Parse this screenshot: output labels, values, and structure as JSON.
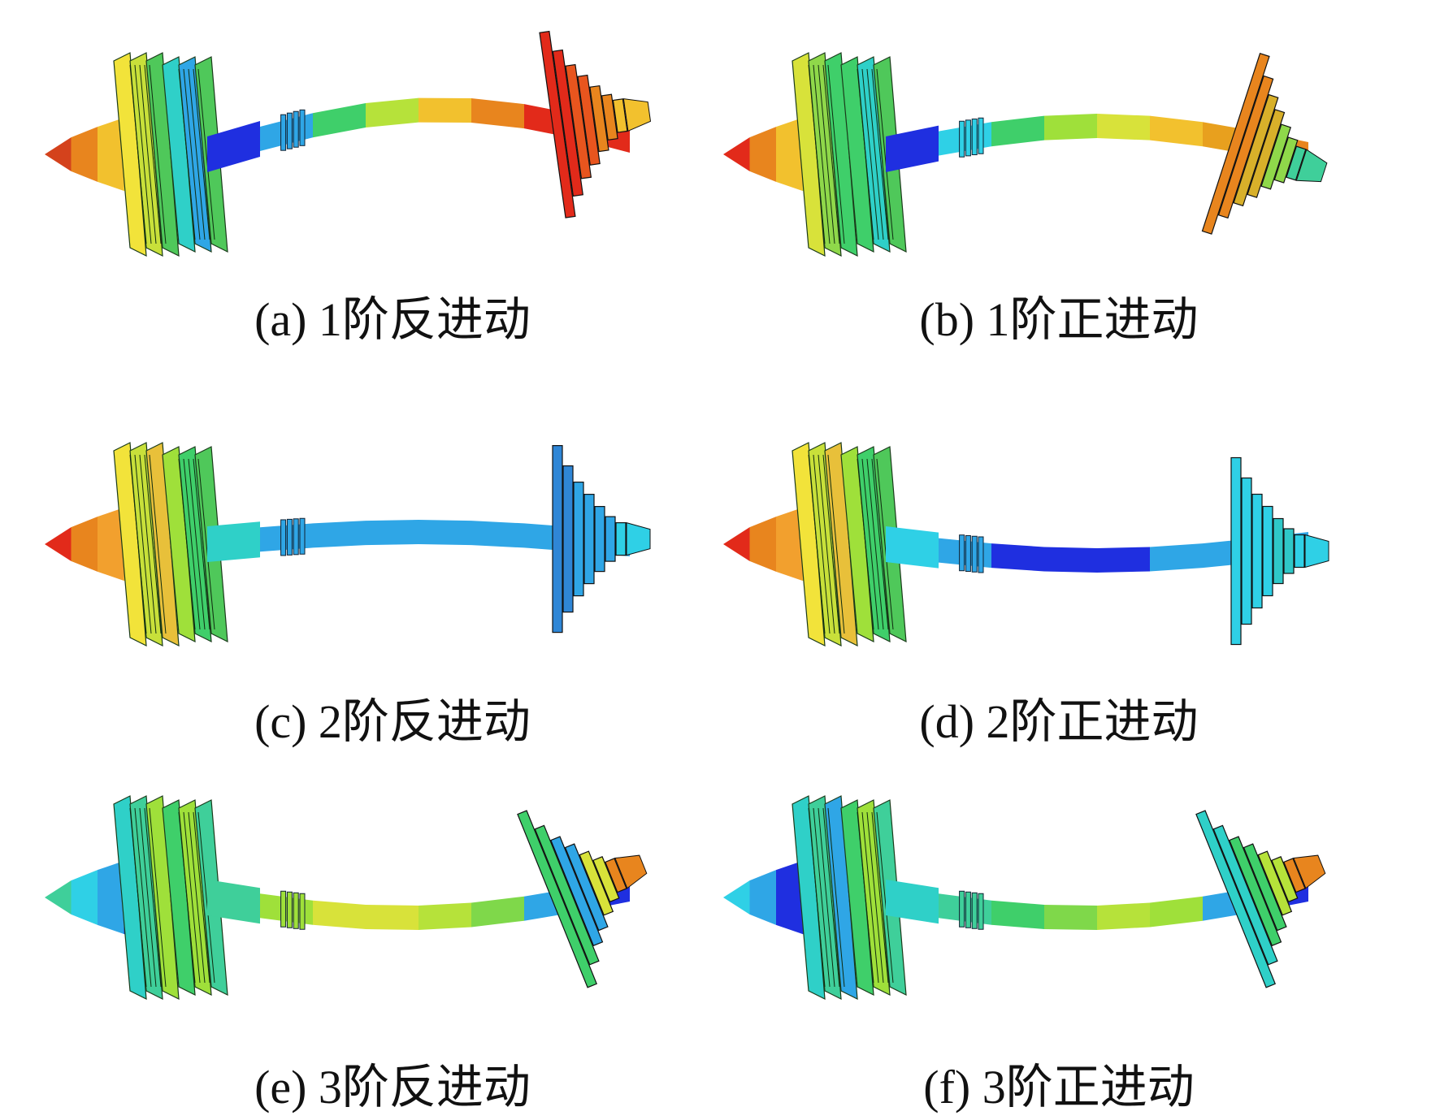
{
  "panels": [
    {
      "id": "a",
      "caption": "(a) 1阶反进动",
      "mode": 1,
      "direction": "backward",
      "shaft_colors": [
        "#1f2fe0",
        "#2fa6e6",
        "#3fcf6a",
        "#b6e23a",
        "#f2c12e",
        "#e8851e",
        "#e22a1a",
        "#e22a1a"
      ],
      "nose_colors": [
        "#d4421c",
        "#e8851e",
        "#f2c12e",
        "#f2e33a"
      ],
      "disk1_colors": [
        "#f2e33a",
        "#c8e03a",
        "#4fc85a"
      ],
      "disk2_colors": [
        "#2fd0c8",
        "#2fa6e6",
        "#4fc85a"
      ],
      "turbine_colors": [
        "#e22a1a",
        "#e8551e",
        "#e8851e",
        "#f2c12e"
      ]
    },
    {
      "id": "b",
      "caption": "(b) 1阶正进动",
      "mode": 1,
      "direction": "forward",
      "shaft_colors": [
        "#1f2fe0",
        "#2fd0e6",
        "#3fcf6a",
        "#9fe03a",
        "#d8e23a",
        "#f2c12e",
        "#e8a01e",
        "#e8851e"
      ],
      "nose_colors": [
        "#e22a1a",
        "#e8851e",
        "#f2c12e",
        "#d8e23a"
      ],
      "disk1_colors": [
        "#d8e23a",
        "#8fd84a",
        "#3fcf6a"
      ],
      "disk2_colors": [
        "#3fcf6a",
        "#2fd0c8",
        "#4fc85a"
      ],
      "turbine_colors": [
        "#e8851e",
        "#d8b02a",
        "#8fd84a",
        "#3fcf9a"
      ]
    },
    {
      "id": "c",
      "caption": "(c) 2阶反进动",
      "mode": 2,
      "direction": "backward",
      "shaft_colors": [
        "#2fd0c8",
        "#2fa6e6",
        "#2fa6e6",
        "#2fa6e6",
        "#2fa6e6",
        "#2fa6e6",
        "#2fa6e6",
        "#2fa6e6"
      ],
      "nose_colors": [
        "#e22a1a",
        "#e8851e",
        "#f2a02e",
        "#f2c12e"
      ],
      "disk1_colors": [
        "#f2e33a",
        "#c8e03a",
        "#e8c03a"
      ],
      "disk2_colors": [
        "#9fe03a",
        "#3fcf6a",
        "#4fc85a"
      ],
      "turbine_colors": [
        "#2f86d6",
        "#2fa6e6",
        "#2fa6e6",
        "#2fd0e6"
      ]
    },
    {
      "id": "d",
      "caption": "(d) 2阶正进动",
      "mode": 2,
      "direction": "forward",
      "shaft_colors": [
        "#2fd0e6",
        "#2fa6e6",
        "#1f2fe0",
        "#1f2fe0",
        "#1f2fe0",
        "#2fa6e6",
        "#2fa6e6",
        "#2fa6e6"
      ],
      "nose_colors": [
        "#e22a1a",
        "#e8851e",
        "#f2a02e",
        "#f2c12e"
      ],
      "disk1_colors": [
        "#f2e33a",
        "#c8e03a",
        "#e8c03a"
      ],
      "disk2_colors": [
        "#9fe03a",
        "#3fcf6a",
        "#4fc85a"
      ],
      "turbine_colors": [
        "#2fd0e6",
        "#2fd0e6",
        "#2fc8c8",
        "#2fd0e6"
      ]
    },
    {
      "id": "e",
      "caption": "(e) 3阶反进动",
      "mode": 3,
      "direction": "backward",
      "shaft_colors": [
        "#3fcf9a",
        "#9fe03a",
        "#d8e23a",
        "#d8e23a",
        "#b6e23a",
        "#7fd84a",
        "#2fa6e6",
        "#1f2fe0"
      ],
      "nose_colors": [
        "#3fcf9a",
        "#2fd0e6",
        "#2fa6e6",
        "#1f2fe0"
      ],
      "disk1_colors": [
        "#2fd0c8",
        "#3fcf9a",
        "#9fe03a"
      ],
      "disk2_colors": [
        "#3fcf6a",
        "#9fe03a",
        "#3fcf9a"
      ],
      "turbine_colors": [
        "#3fcf6a",
        "#2fa6e6",
        "#d8e23a",
        "#e8851e"
      ]
    },
    {
      "id": "f",
      "caption": "(f) 3阶正进动",
      "mode": 3,
      "direction": "forward",
      "shaft_colors": [
        "#2fd0c8",
        "#3fcf9a",
        "#3fcf6a",
        "#7fd84a",
        "#b6e23a",
        "#9fe03a",
        "#2fa6e6",
        "#1f2fe0"
      ],
      "nose_colors": [
        "#2fd0e6",
        "#2fa6e6",
        "#1f2fe0",
        "#1f2fe0"
      ],
      "disk1_colors": [
        "#2fd0c8",
        "#3fcf9a",
        "#2fa6e6"
      ],
      "disk2_colors": [
        "#3fcf6a",
        "#9fe03a",
        "#3fcf9a"
      ],
      "turbine_colors": [
        "#2fd0c8",
        "#3fcf6a",
        "#b6e23a",
        "#e8851e"
      ]
    }
  ]
}
